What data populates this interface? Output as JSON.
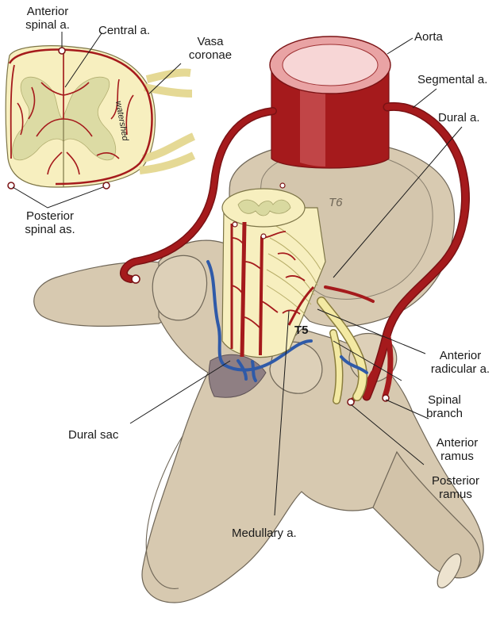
{
  "figure": {
    "labels": {
      "anterior_spinal": [
        "Anterior",
        "spinal a."
      ],
      "central": "Central a.",
      "vasa_coronae": [
        "Vasa",
        "coronae"
      ],
      "watershed": "watershed",
      "posterior_spinal": [
        "Posterior",
        "spinal as."
      ],
      "aorta": "Aorta",
      "segmental": "Segmental a.",
      "dural_artery": "Dural a.",
      "t6": "T6",
      "t5": "T5",
      "anterior_radicular": [
        "Anterior",
        "radicular a."
      ],
      "spinal_branch": [
        "Spinal",
        "branch"
      ],
      "anterior_ramus": [
        "Anterior",
        "ramus"
      ],
      "posterior_ramus": [
        "Posterior",
        "ramus"
      ],
      "dural_sac": "Dural sac",
      "medullary": "Medullary a."
    }
  },
  "colors": {
    "bone": "#d7c9b0",
    "bone_stroke": "#6f6657",
    "cord": "#f7efbf",
    "grey_matter": "#d9d9a0",
    "artery": "#a51a1c",
    "artery_light": "#d9696b",
    "nerve": "#f3e9a3",
    "vein": "#2f5aa8",
    "dura": "#8f7f83"
  }
}
